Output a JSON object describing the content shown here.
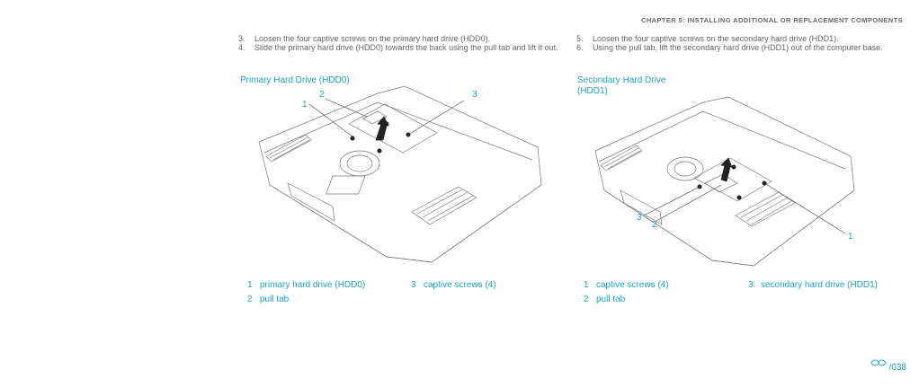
{
  "header": {
    "chapter": "CHAPTER 5: INSTALLING ADDITIONAL OR REPLACEMENT COMPONENTS"
  },
  "left": {
    "steps": [
      {
        "num": "3.",
        "text": "Loosen the four captive screws on the primary hard drive (HDD0)."
      },
      {
        "num": "4.",
        "text": "Slide the primary hard drive (HDD0) towards the back using the pull tab and lift it out."
      }
    ],
    "figure_title": "Primary Hard Drive (HDD0)",
    "callouts": [
      "1",
      "2",
      "3"
    ],
    "legend": [
      {
        "num": "1",
        "label": "primary hard drive (HDD0)"
      },
      {
        "num": "3",
        "label": "captive screws (4)"
      },
      {
        "num": "2",
        "label": "pull tab"
      }
    ]
  },
  "right": {
    "steps": [
      {
        "num": "5.",
        "text": "Loosen the four captive screws on the secondary hard drive (HDD1)."
      },
      {
        "num": "6.",
        "text": "Using the pull tab, lift the secondary hard drive (HDD1) out of the computer base."
      }
    ],
    "figure_title": "Secondary Hard Drive (HDD1)",
    "callouts": [
      "3",
      "2",
      "1"
    ],
    "legend": [
      {
        "num": "1",
        "label": "captive screws (4)"
      },
      {
        "num": "3",
        "label": "secondary hard drive (HDD1)"
      },
      {
        "num": "2",
        "label": "pull tab"
      }
    ]
  },
  "footer": {
    "page_number": "038",
    "logo_icon": "alienware-logo-icon"
  },
  "colors": {
    "accent": "#1aa3c9",
    "text": "#555555"
  }
}
